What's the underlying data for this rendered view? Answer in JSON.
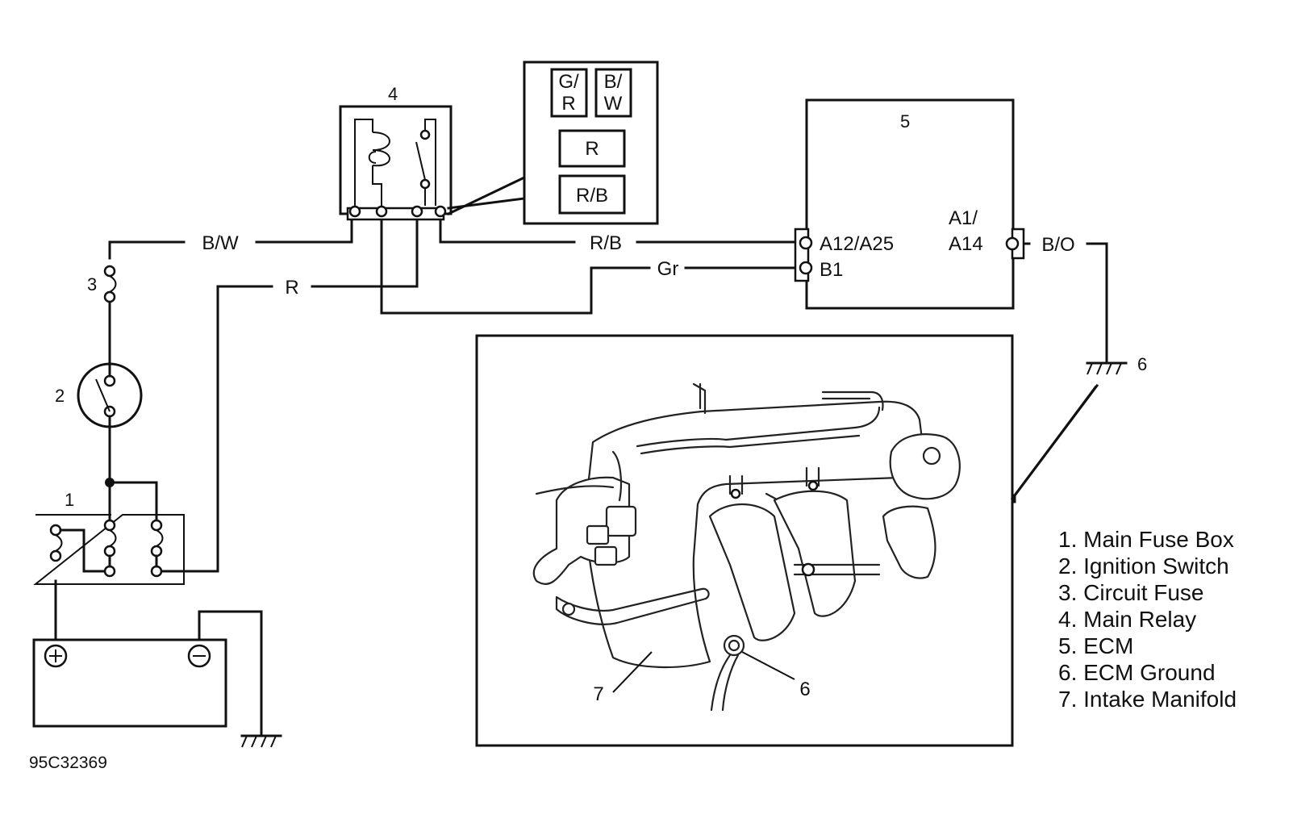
{
  "diagram": {
    "component_numbers": {
      "fuse_box": "1",
      "ignition_switch": "2",
      "circuit_fuse": "3",
      "main_relay": "4",
      "ecm": "5",
      "ecm_ground": "6"
    },
    "wire_labels": {
      "bw": "B/W",
      "r": "R",
      "rb": "R/B",
      "gr": "Gr",
      "bo": "B/O"
    },
    "connector_cells": {
      "gr": [
        "G/",
        "R"
      ],
      "bw": [
        "B/",
        "W"
      ],
      "r": "R",
      "rb": "R/B"
    },
    "ecm_pins": {
      "a12_a25": "A12/A25",
      "b1": "B1",
      "a1_a14_line1": "A1/",
      "a1_a14_line2": "A14"
    },
    "inset_callouts": {
      "intake_manifold": "7",
      "ground": "6"
    },
    "legend": [
      "1. Main Fuse Box",
      "2. Ignition Switch",
      "3. Circuit Fuse",
      "4. Main Relay",
      "5. ECM",
      "6. ECM Ground",
      "7. Intake Manifold"
    ],
    "figure_code": "95C32369"
  }
}
